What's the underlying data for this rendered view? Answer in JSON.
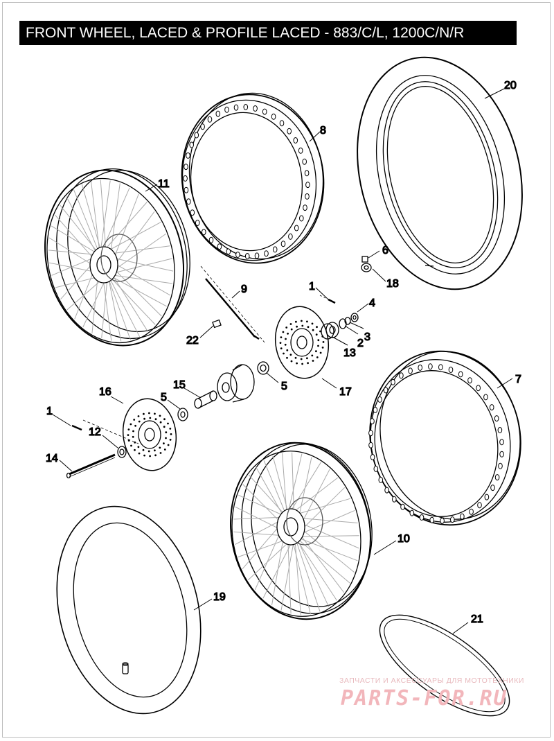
{
  "header": {
    "title": "FRONT WHEEL, LACED & PROFILE LACED - 883/C/L, 1200C/N/R"
  },
  "callouts": {
    "c1a": "1",
    "c1b": "1",
    "c2": "2",
    "c3": "3",
    "c4": "4",
    "c5a": "5",
    "c5b": "5",
    "c6": "6",
    "c7": "7",
    "c8": "8",
    "c9": "9",
    "c10": "10",
    "c11": "11",
    "c12": "12",
    "c13": "13",
    "c14": "14",
    "c15": "15",
    "c16": "16",
    "c17": "17",
    "c18": "18",
    "c19": "19",
    "c20": "20",
    "c21": "21",
    "c22": "22"
  },
  "watermark": {
    "tagline": "ЗАПЧАСТИ И АКСЕССУАРЫ ДЛЯ МОТОТЕХНИКИ",
    "logo": "PARTS-FOR.RU"
  }
}
